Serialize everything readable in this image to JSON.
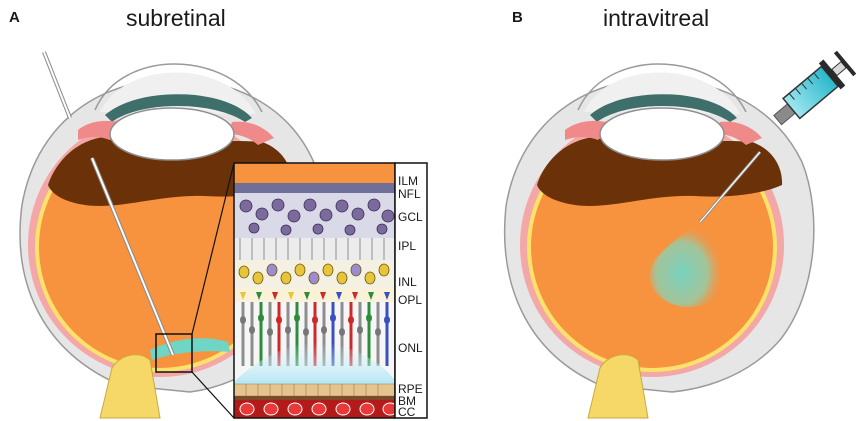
{
  "panel_a": {
    "letter": "A",
    "title": "subretinal"
  },
  "panel_b": {
    "letter": "B",
    "title": "intravitreal"
  },
  "retina_layers": [
    "ILM",
    "NFL",
    "GCL",
    "IPL",
    "INL",
    "OPL",
    "ONL",
    "RPE",
    "BM",
    "CC"
  ],
  "colors": {
    "vitreous": "#f7923f",
    "vitreous_dark": "#6b3209",
    "sclera": "#e4e4e4",
    "choroid": "#f4a7a7",
    "retina": "#fbe26a",
    "injection": "#6fd6c6",
    "optic_nerve": "#f5d868"
  }
}
